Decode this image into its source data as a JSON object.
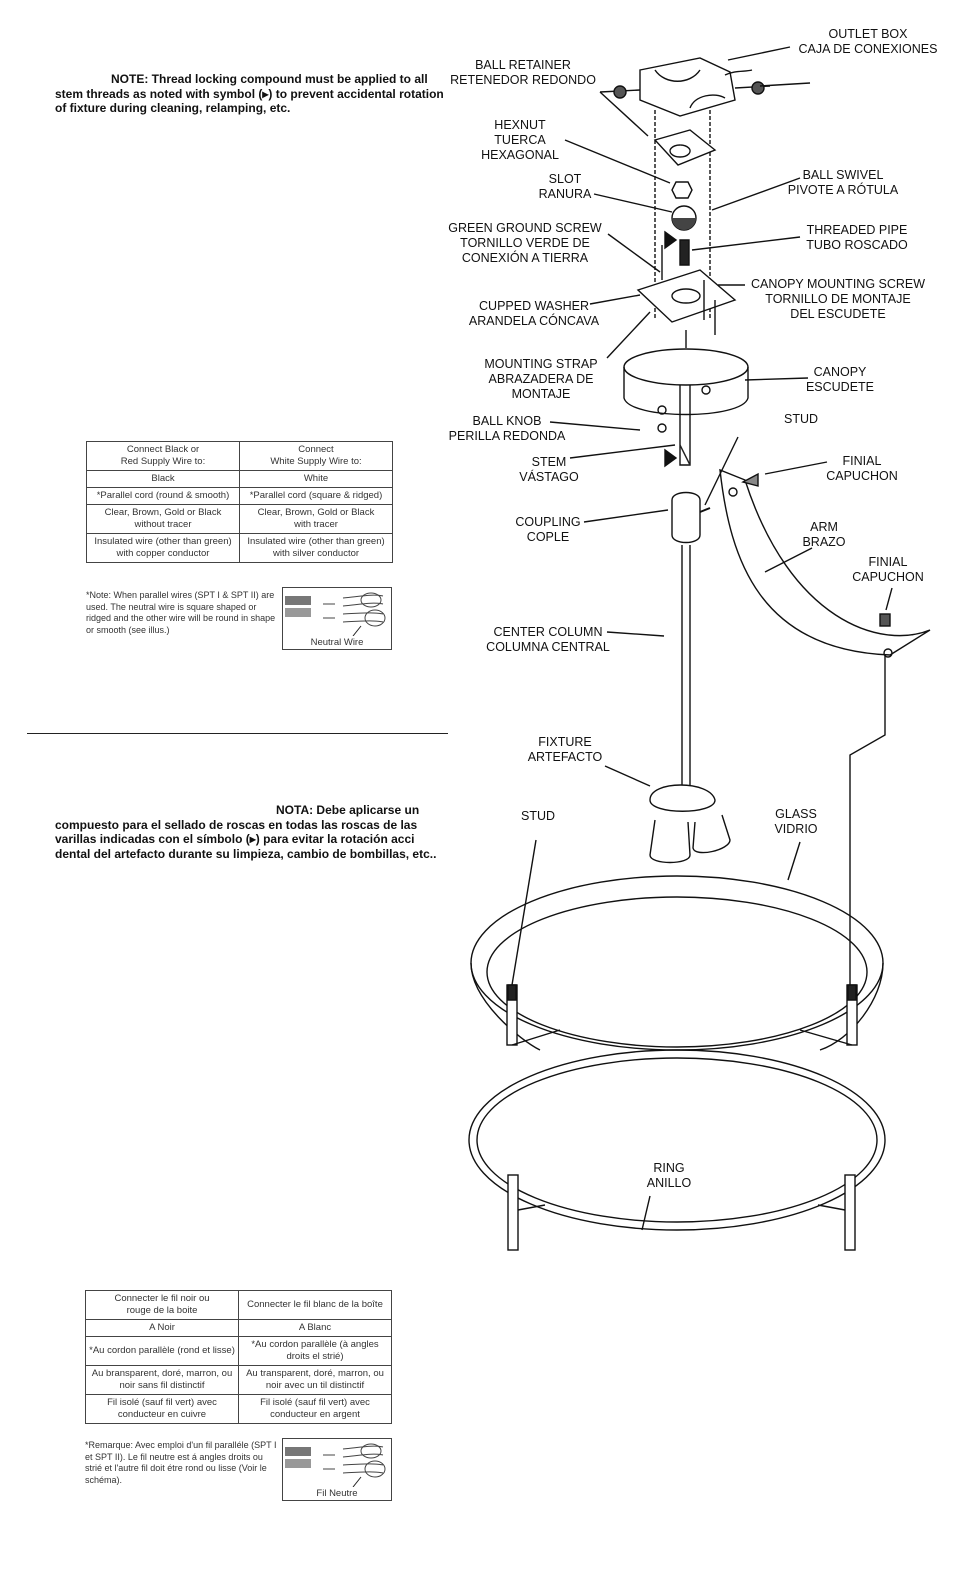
{
  "notes": {
    "english": {
      "lead": "NOTE: Thread locking compound must be applied to all",
      "rest": "stem threads as noted with symbol (▸) to prevent accidental rotation of fixture during cleaning, relamping, etc."
    },
    "spanish": {
      "lead": "NOTA: Debe aplicarse un",
      "rest": "compuesto para el sellado de roscas en todas las roscas de las varillas indicadas con el símbolo (▸) para evitar la rotación acci dental del artefacto durante su limpieza, cambio de bombillas, etc.."
    }
  },
  "wire_table_en": {
    "rows": [
      [
        "Connect Black or\nRed Supply Wire to:",
        "Connect\nWhite Supply Wire to:"
      ],
      [
        "Black",
        "White"
      ],
      [
        "*Parallel cord (round & smooth)",
        "*Parallel cord (square & ridged)"
      ],
      [
        "Clear, Brown, Gold or Black\nwithout tracer",
        "Clear, Brown, Gold or Black\nwith tracer"
      ],
      [
        "Insulated wire (other than green)\nwith copper conductor",
        "Insulated wire (other than green)\nwith silver conductor"
      ]
    ],
    "footnote": "*Note: When parallel wires (SPT I & SPT II) are used. The neutral wire is square shaped or ridged and the other wire will be round in shape or smooth (see illus.)",
    "neutral_label": "Neutral Wire"
  },
  "wire_table_fr": {
    "rows": [
      [
        "Connecter le fil noir ou\nrouge de la boite",
        "Connecter le fil blanc de la boîte"
      ],
      [
        "A Noir",
        "A Blanc"
      ],
      [
        "*Au cordon parallèle (rond et lisse)",
        "*Au cordon parallèle (à angles droits el strié)"
      ],
      [
        "Au bransparent, doré, marron, ou\nnoir sans fil distinctif",
        "Au transparent, doré, marron, ou\nnoir avec un til distinctif"
      ],
      [
        "Fil isolé (sauf fil vert) avec\nconducteur en cuivre",
        "Fil isolé (sauf fil vert) avec\nconducteur en argent"
      ]
    ],
    "footnote": "*Remarque: Avec emploi d'un fil paralléle (SPT I et SPT II). Le fil neutre est á angles droits ou strié et l'autre fil doit étre rond ou lisse (Voir le schéma).",
    "neutral_label": "Fil Neutre"
  },
  "parts": {
    "outlet_box": [
      "OUTLET BOX",
      "CAJA DE CONEXIONES"
    ],
    "ball_retainer": [
      "BALL RETAINER",
      "RETENEDOR REDONDO"
    ],
    "hexnut": [
      "HEXNUT",
      "TUERCA",
      "HEXAGONAL"
    ],
    "ball_swivel": [
      "BALL SWIVEL",
      "PIVOTE A RÓTULA"
    ],
    "slot": [
      "SLOT",
      "RANURA"
    ],
    "green_ground_screw": [
      "GREEN GROUND SCREW",
      "TORNILLO VERDE DE",
      "CONEXIÓN A TIERRA"
    ],
    "threaded_pipe": [
      "THREADED PIPE",
      "TUBO ROSCADO"
    ],
    "canopy_mounting_screw": [
      "CANOPY MOUNTING SCREW",
      "TORNILLO DE MONTAJE",
      "DEL ESCUDETE"
    ],
    "cupped_washer": [
      "CUPPED WASHER",
      "ARANDELA CÓNCAVA"
    ],
    "mounting_strap": [
      "MOUNTING STRAP",
      "ABRAZADERA DE",
      "MONTAJE"
    ],
    "canopy": [
      "CANOPY",
      "ESCUDETE"
    ],
    "ball_knob": [
      "BALL KNOB",
      "PERILLA REDONDA"
    ],
    "stud_top": [
      "STUD"
    ],
    "stem": [
      "STEM",
      "VÁSTAGO"
    ],
    "finial_top": [
      "FINIAL",
      "CAPUCHON"
    ],
    "coupling": [
      "COUPLING",
      "COPLE"
    ],
    "arm": [
      "ARM",
      "BRAZO"
    ],
    "finial_right": [
      "FINIAL",
      "CAPUCHON"
    ],
    "center_column": [
      "CENTER COLUMN",
      "COLUMNA CENTRAL"
    ],
    "fixture": [
      "FIXTURE",
      "ARTEFACTO"
    ],
    "stud_bottom": [
      "STUD"
    ],
    "glass": [
      "GLASS",
      "VIDRIO"
    ],
    "ring": [
      "RING",
      "ANILLO"
    ]
  }
}
